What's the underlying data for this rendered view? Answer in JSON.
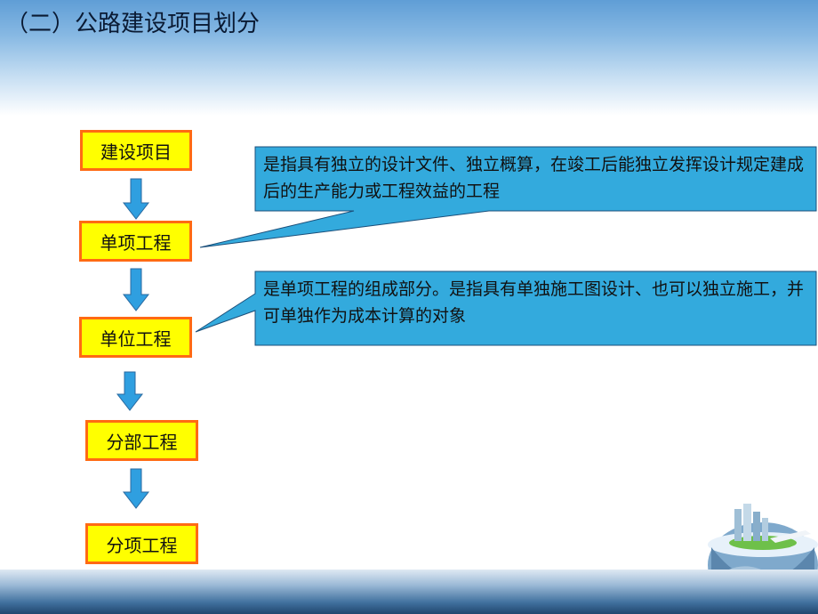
{
  "slide": {
    "title": "（二）公路建设项目划分",
    "flow": [
      {
        "label": "建设项目"
      },
      {
        "label": "单项工程"
      },
      {
        "label": "单位工程"
      },
      {
        "label": "分部工程"
      },
      {
        "label": "分项工程"
      }
    ],
    "callouts": [
      {
        "text": "是指具有独立的设计文件、独立概算，在竣工后能独立发挥设计规定建成后的生产能力或工程效益的工程"
      },
      {
        "text": "是单项工程的组成部分。是指具有单独施工图设计、也可以独立施工，并可单独作为成本计算的对象"
      }
    ]
  },
  "colors": {
    "box_fill": "#ffff00",
    "box_border": "#ff6a13",
    "callout_fill": "#33aadd",
    "arrow_fill": "#2f9fe0"
  },
  "icons": [
    "down-arrow-icon",
    "globe-city-icon"
  ]
}
